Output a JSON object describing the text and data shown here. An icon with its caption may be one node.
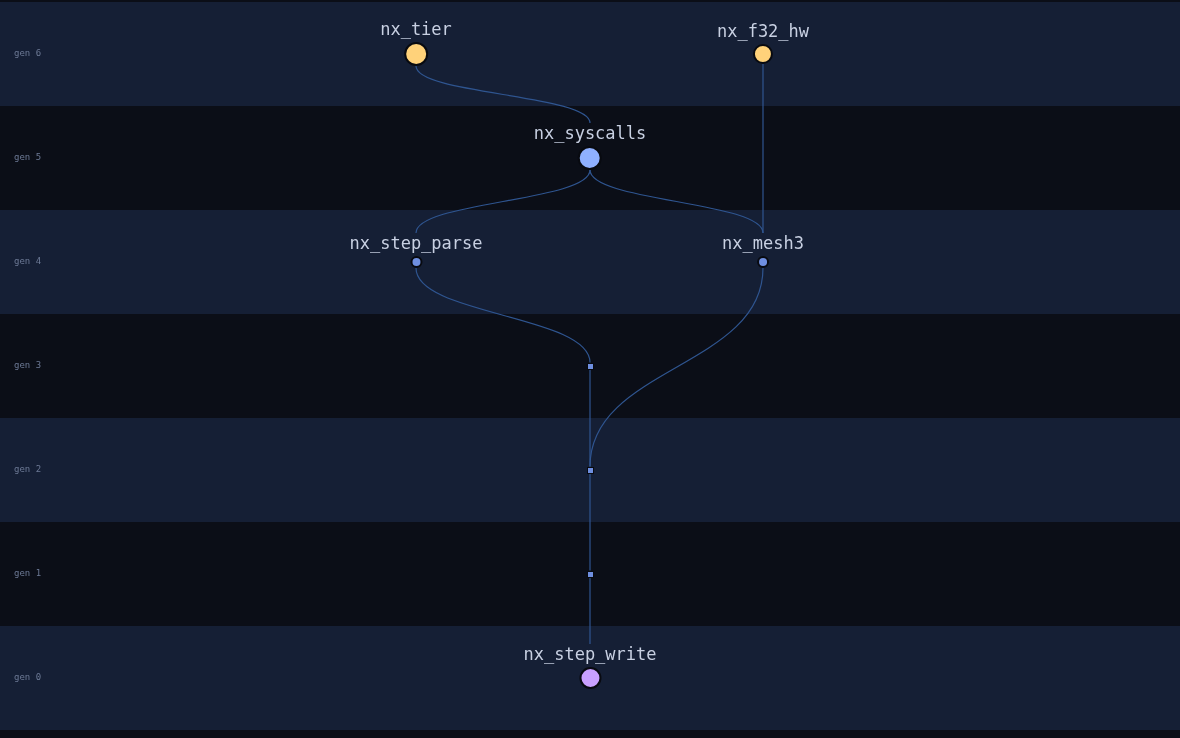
{
  "diagram": {
    "nodes": [
      {
        "text": [
          "gen 6"
        ]
      },
      {
        "text": [
          "nx_tier"
        ],
        "in": 0
      },
      {
        "text": [
          "nx_f32_hw"
        ],
        "in": 0
      },
      {
        "text": [
          "gen 5"
        ]
      },
      {
        "text": [
          "nx_syscalls"
        ],
        "in": 3
      },
      {
        "text": [
          "gen 4"
        ]
      },
      {
        "text": [
          "nx_step_parse"
        ],
        "in": 5
      },
      {
        "text": [
          "nx_mesh3"
        ],
        "in": 5
      },
      {
        "text": [
          "gen 3"
        ]
      },
      {
        "text": [],
        "shape": "box",
        "in": 8
      },
      {
        "text": [
          "gen 2"
        ]
      },
      {
        "text": [],
        "shape": "box",
        "in": 10
      },
      {
        "text": [
          "gen 1"
        ]
      },
      {
        "text": [],
        "shape": "box",
        "in": 12
      },
      {
        "text": [
          "gen 0"
        ]
      },
      {
        "text": [
          "nx_step_write"
        ],
        "in": 14
      }
    ],
    "edges": [
      {
        "from": 1,
        "to": 4,
        "arrow": "none"
      },
      {
        "from": 4,
        "to": 6,
        "arrow": "none"
      },
      {
        "from": 4,
        "to": 7,
        "arrow": "none"
      },
      {
        "from": 2,
        "to": 7,
        "arrow": "none"
      },
      {
        "from": 6,
        "to": 9,
        "arrow": "none"
      },
      {
        "from": 9,
        "to": 11,
        "arrow": "none"
      },
      {
        "from": 7,
        "to": 11,
        "arrow": "none"
      },
      {
        "from": 11,
        "to": 13,
        "arrow": "none"
      },
      {
        "from": 13,
        "to": 15,
        "arrow": "none"
      }
    ]
  }
}
